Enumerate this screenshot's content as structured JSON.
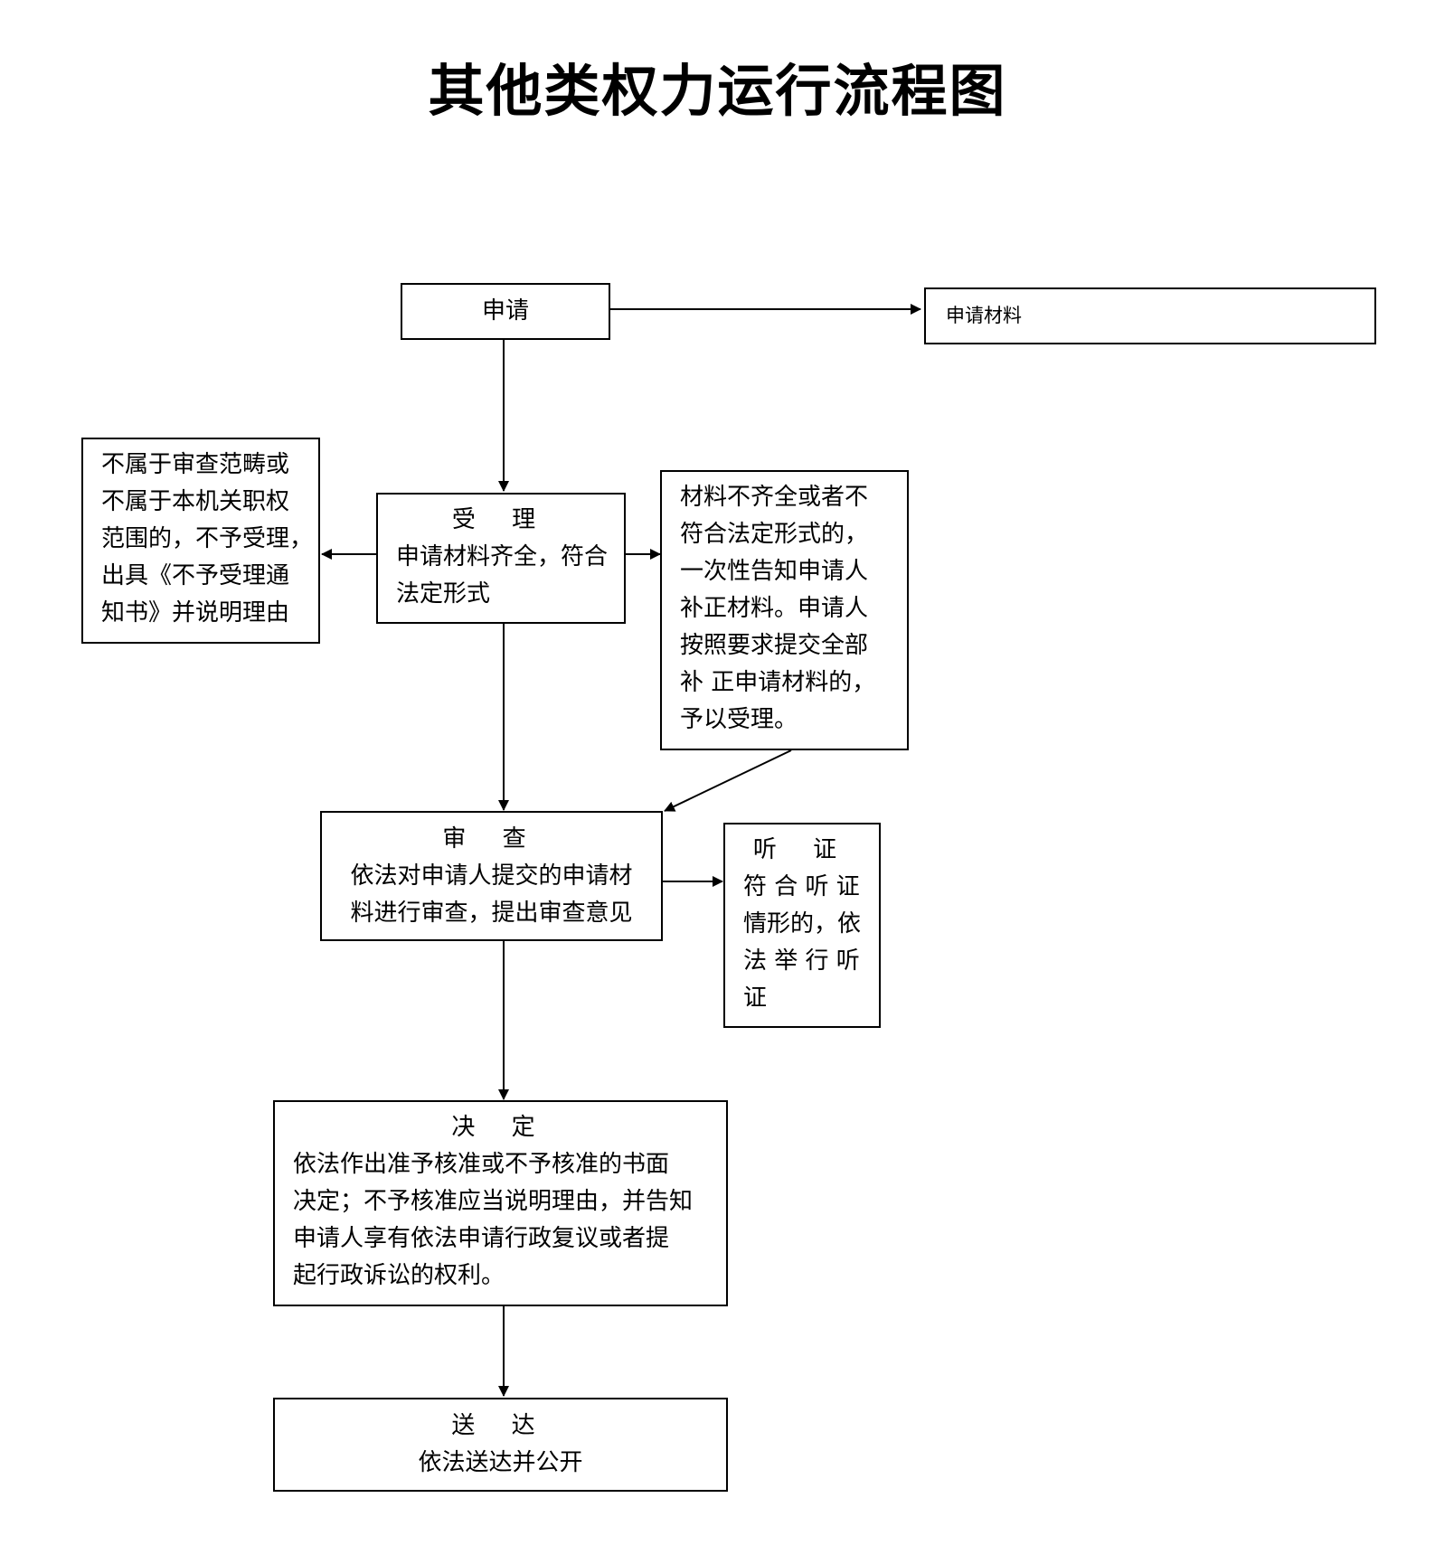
{
  "title": "其他类权力运行流程图",
  "nodes": {
    "apply": {
      "label": "申请"
    },
    "materials": {
      "label": "申请材料"
    },
    "reject": {
      "text": "不属于审查范畴或\n不属于本机关职权\n范围的，不予受理，\n出具《不予受理通\n知书》并说明理由"
    },
    "accept": {
      "title": "受 理",
      "text": "申请材料齐全，符合\n法定形式"
    },
    "supplement": {
      "text": "材料不齐全或者不\n符合法定形式的，\n一次性告知申请人\n补正材料。申请人\n按照要求提交全部\n补 正申请材料的，\n予以受理。"
    },
    "review": {
      "title": "审 查",
      "text": "依法对申请人提交的申请材\n料进行审查，提出审查意见"
    },
    "hearing": {
      "title": "听 证",
      "text": "符 合 听 证\n情形的，依\n法 举 行 听\n证"
    },
    "decision": {
      "title": "决 定",
      "text": "依法作出准予核准或不予核准的书面\n决定；不予核准应当说明理由，并告知\n申请人享有依法申请行政复议或者提\n起行政诉讼的权利。"
    },
    "deliver": {
      "title": "送 达",
      "text": "依法送达并公开"
    }
  },
  "edges": [
    [
      "apply",
      "materials"
    ],
    [
      "apply",
      "accept"
    ],
    [
      "accept",
      "reject"
    ],
    [
      "accept",
      "supplement"
    ],
    [
      "accept",
      "review"
    ],
    [
      "supplement",
      "review"
    ],
    [
      "review",
      "hearing"
    ],
    [
      "review",
      "decision"
    ],
    [
      "decision",
      "deliver"
    ]
  ]
}
